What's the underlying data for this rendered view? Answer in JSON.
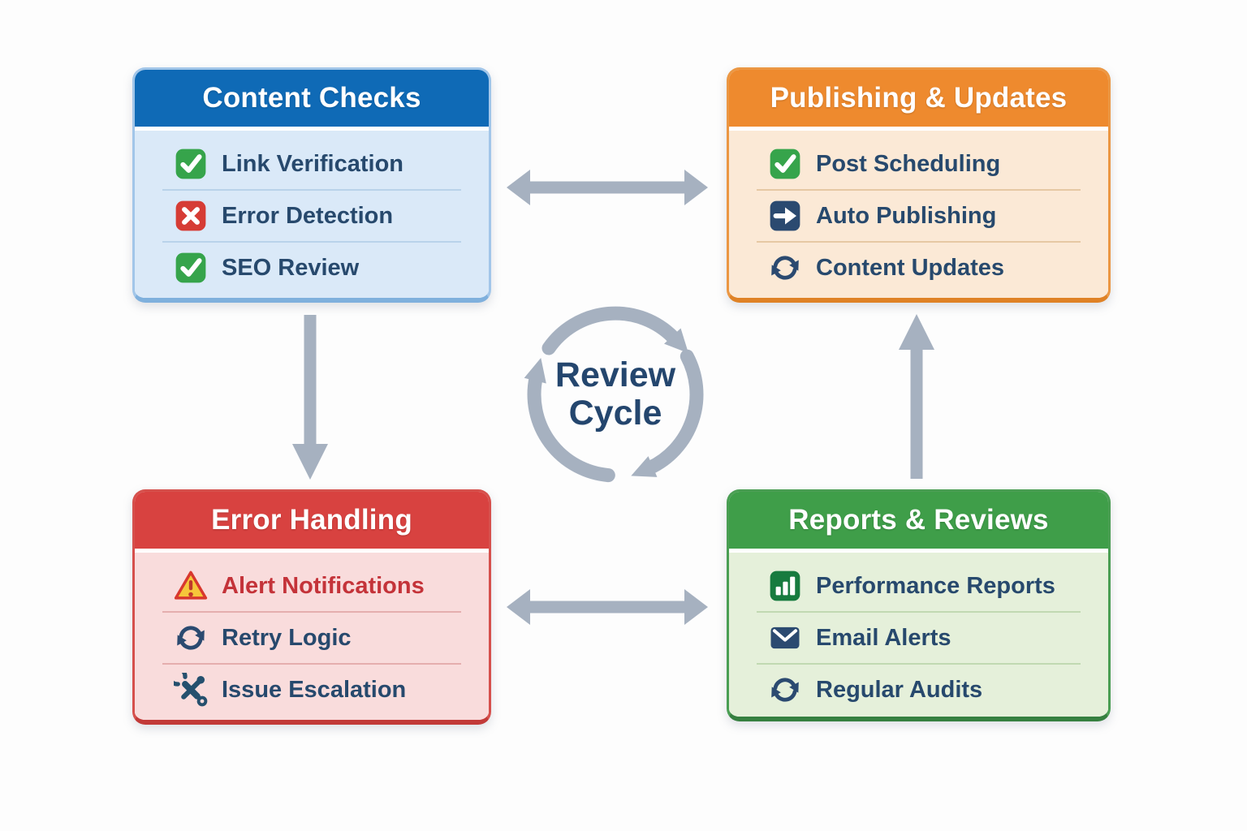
{
  "page": {
    "background": "#fdfdfd"
  },
  "cycle": {
    "line1": "Review",
    "line2": "Cycle",
    "text_color": "#24466e"
  },
  "connectors": {
    "color": "#a6b1c0",
    "items": [
      {
        "name": "content-checks-to-publishing",
        "type": "double-horizontal"
      },
      {
        "name": "content-checks-to-error-handling",
        "type": "down"
      },
      {
        "name": "error-handling-to-reports",
        "type": "double-horizontal"
      },
      {
        "name": "reports-to-publishing",
        "type": "up"
      }
    ]
  },
  "boxes": [
    {
      "title": "Content Checks",
      "colors": {
        "header": "#0f6ab6",
        "body": "#dae9f8",
        "border": "#a2c6e9",
        "edge": "#7fb0dd",
        "divider": "#b9d3ea"
      },
      "items": [
        {
          "icon": "check",
          "label": "Link Verification",
          "label_color": "#27496d"
        },
        {
          "icon": "cross",
          "label": "Error Detection",
          "label_color": "#27496d"
        },
        {
          "icon": "check",
          "label": "SEO Review",
          "label_color": "#27496d"
        }
      ]
    },
    {
      "title": "Publishing & Updates",
      "colors": {
        "header": "#ee8a2e",
        "body": "#fbe9d6",
        "border": "#eb9743",
        "edge": "#df8226",
        "divider": "#e6c8a4"
      },
      "items": [
        {
          "icon": "check",
          "label": "Post Scheduling",
          "label_color": "#27496d"
        },
        {
          "icon": "arrow-right",
          "label": "Auto Publishing",
          "label_color": "#27496d"
        },
        {
          "icon": "refresh",
          "label": "Content Updates",
          "label_color": "#27496d"
        }
      ]
    },
    {
      "title": "Error Handling",
      "colors": {
        "header": "#d84240",
        "body": "#f9dcdc",
        "border": "#d6504c",
        "edge": "#c23a38",
        "divider": "#e5aeae"
      },
      "items": [
        {
          "icon": "warning",
          "label": "Alert Notifications",
          "label_color": "#c43339"
        },
        {
          "icon": "refresh",
          "label": "Retry Logic",
          "label_color": "#27496d"
        },
        {
          "icon": "tools",
          "label": "Issue Escalation",
          "label_color": "#27496d"
        }
      ]
    },
    {
      "title": "Reports & Reviews",
      "colors": {
        "header": "#3f9e49",
        "body": "#e5f0da",
        "border": "#4a9e53",
        "edge": "#368040",
        "divider": "#c1d9b2"
      },
      "items": [
        {
          "icon": "bar-chart",
          "label": "Performance Reports",
          "label_color": "#27496d"
        },
        {
          "icon": "envelope",
          "label": "Email Alerts",
          "label_color": "#27496d"
        },
        {
          "icon": "refresh",
          "label": "Regular Audits",
          "label_color": "#27496d"
        }
      ]
    }
  ]
}
